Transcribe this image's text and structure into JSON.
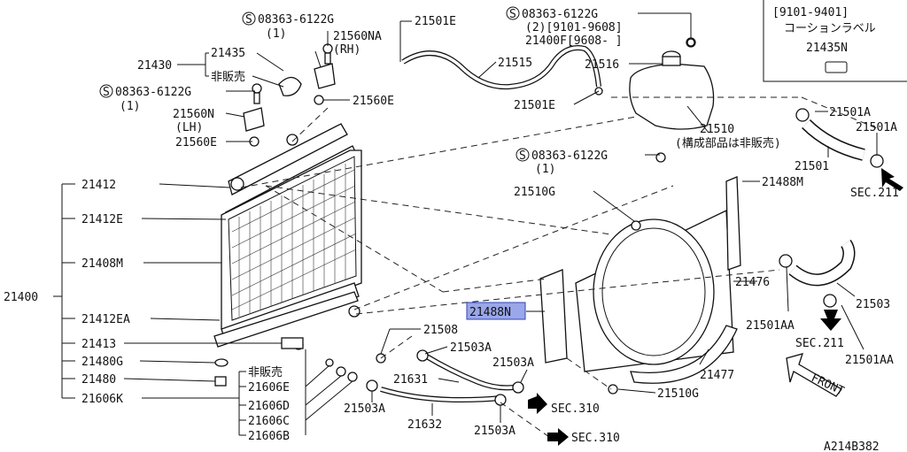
{
  "labels": {
    "l21400": "21400",
    "l21412": "21412",
    "l21412E": "21412E",
    "l21408M": "21408M",
    "l21412EA": "21412EA",
    "l21413": "21413",
    "l21480G": "21480G",
    "l21480": "21480",
    "l21606K": "21606K",
    "l21430": "21430",
    "l21435": "21435",
    "l_hihanbai1": "非販売",
    "l08363_a": "08363-6122G",
    "l08363_a_qty": "(1)",
    "l21560N": "21560N",
    "l_lh": "(LH)",
    "l21560E_left": "21560E",
    "l08363_b": "08363-6122G",
    "l08363_b_qty": "(1)",
    "l21560NA": "21560NA",
    "l_rh": "(RH)",
    "l21560E_right": "21560E",
    "l21501E_top": "21501E",
    "l21515": "21515",
    "l21501E_mid": "21501E",
    "l08363_c": "08363-6122G",
    "l08363_c_qty": "(2)[9101-9608]",
    "l21400F": "21400F[9608-     ]",
    "l21516": "21516",
    "l21510": "21510",
    "l21510_note": "(構成部品は非販売)",
    "l08363_d": "08363-6122G",
    "l08363_d_qty": "(1)",
    "l21501A_1": "21501A",
    "l21501A_2": "21501A",
    "l21501": "21501",
    "l_sec211_a": "SEC.211",
    "l21510G_top": "21510G",
    "l21488M": "21488M",
    "l21488N": "21488N",
    "l21476": "21476",
    "l21501AA_1": "21501AA",
    "l21503_right": "21503",
    "l_sec211_b": "SEC.211",
    "l21501AA_2": "21501AA",
    "l21477": "21477",
    "l_front": "FRONT",
    "l21510G_bot": "21510G",
    "l21508": "21508",
    "l21503A_1": "21503A",
    "l21503A_2": "21503A",
    "l21631": "21631",
    "l21503A_3": "21503A",
    "l_sec310_a": "SEC.310",
    "l21632": "21632",
    "l21503A_4": "21503A",
    "l_sec310_b": "SEC.310",
    "l_hihanbai2": "非販売",
    "l21606E": "21606E",
    "l21606D": "21606D",
    "l21606C": "21606C",
    "l21606B": "21606B",
    "l_drawing_no": "A214B382"
  },
  "inset": {
    "range": "[9101-9401]",
    "caption": "コーションラベル",
    "part": "21435N"
  },
  "icons": {
    "screw_symbol": "S",
    "arrow": "right-arrow-icon"
  },
  "colors": {
    "highlight_fill": "#9aa7e8",
    "highlight_stroke": "#3346b8",
    "line": "#111111"
  }
}
